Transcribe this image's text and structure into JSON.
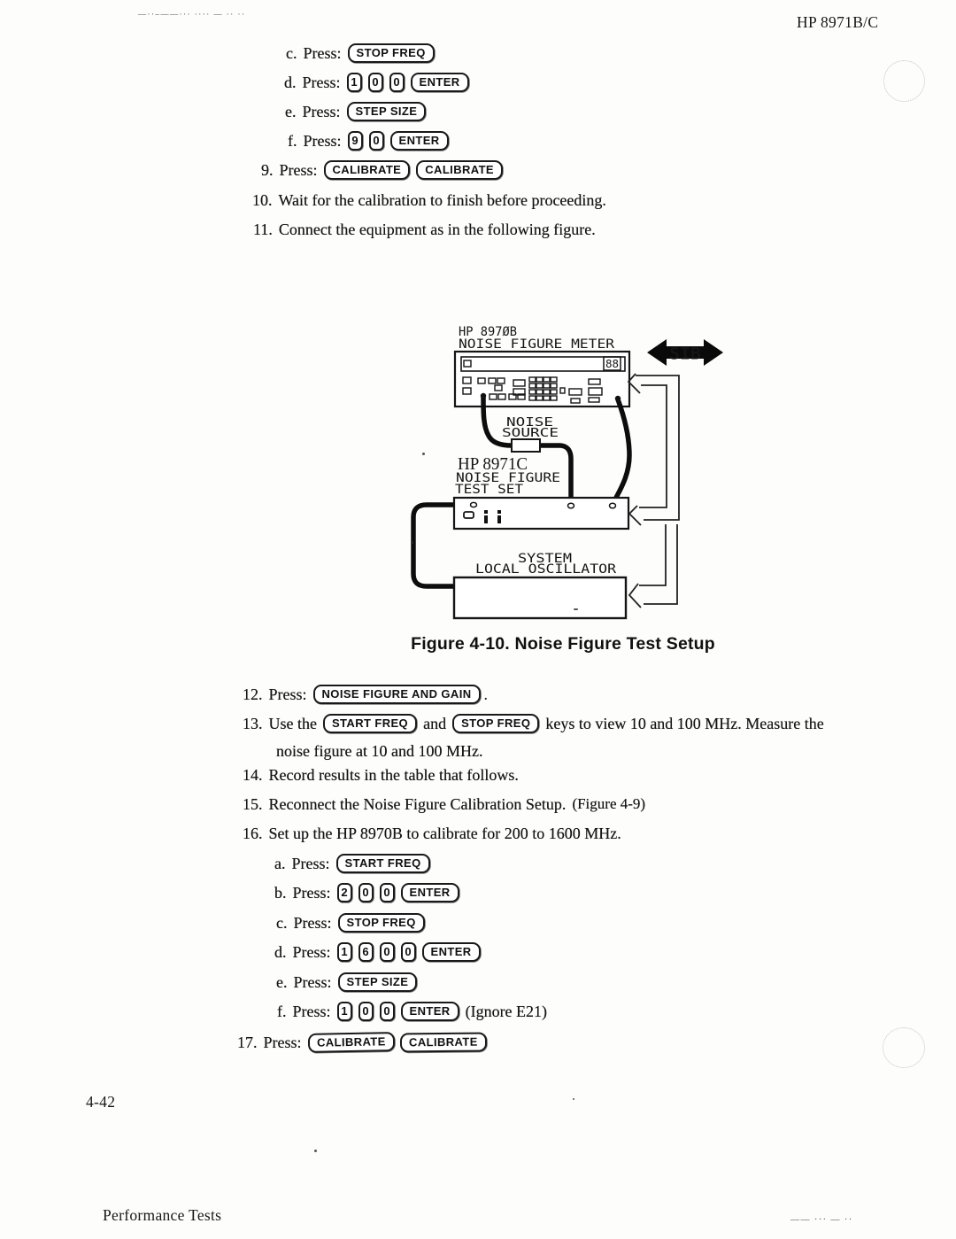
{
  "page": {
    "header_right": "HP 8971B/C",
    "artifact_top_left": "—··–——··· ···· — ·· ··",
    "artifact_bottom_right": "—— ··· — ··",
    "page_number": "4-42",
    "footer_left": "Performance Tests"
  },
  "press_label": "Press:",
  "steps_top": {
    "c1": {
      "label": "c.",
      "press": "Press:",
      "key": "STOP FREQ"
    },
    "d1": {
      "label": "d.",
      "press": "Press:",
      "digits": [
        "1",
        "0",
        "0"
      ],
      "enter": "ENTER"
    },
    "e1": {
      "label": "e.",
      "press": "Press:",
      "key": "STEP SIZE"
    },
    "f1": {
      "label": "f.",
      "press": "Press:",
      "digits": [
        "9",
        "0"
      ],
      "enter": "ENTER"
    },
    "s9": {
      "label": "9.",
      "press": "Press:",
      "key1": "CALIBRATE",
      "key2": "CALIBRATE"
    },
    "s10": {
      "label": "10.",
      "text": "Wait for the calibration to finish before proceeding."
    },
    "s11": {
      "label": "11.",
      "text": "Connect the equipment as in the following figure."
    }
  },
  "figure": {
    "meter_label_1": "HP 897ØB",
    "meter_label_2": "NOISE FIGURE METER",
    "display_digits": "88",
    "sib": "SIB",
    "noise_source_1": "NOISE",
    "noise_source_2": "SOURCE",
    "testset_label_1": "HP 8971C",
    "testset_label_2": "NOISE FIGURE",
    "testset_label_3": "TEST SET",
    "osc_label_1": "SYSTEM",
    "osc_label_2": "LOCAL OSCILLATOR",
    "caption": "Figure 4-10. Noise Figure Test Setup"
  },
  "steps_bottom": {
    "s12": {
      "label": "12.",
      "press": "Press:",
      "key": "NOISE FIGURE AND GAIN",
      "suffix": "."
    },
    "s13": {
      "label": "13.",
      "t1": "Use the",
      "key1": "START FREQ",
      "t2": "and",
      "key2": "STOP FREQ",
      "t3": "keys to view 10 and 100 MHz. Measure the",
      "t4": "noise figure at 10 and 100 MHz."
    },
    "s14": {
      "label": "14.",
      "text": "Record results in the table that follows."
    },
    "s15": {
      "label": "15.",
      "text": "Reconnect the Noise Figure Calibration Setup.",
      "ref": "(Figure 4-9)"
    },
    "s16": {
      "label": "16.",
      "text": "Set up the HP 8970B to calibrate for 200 to 1600 MHz."
    },
    "a2": {
      "label": "a.",
      "press": "Press:",
      "key": "START FREQ"
    },
    "b2": {
      "label": "b.",
      "press": "Press:",
      "digits": [
        "2",
        "0",
        "0"
      ],
      "enter": "ENTER"
    },
    "c2": {
      "label": "c.",
      "press": "Press:",
      "key": "STOP FREQ"
    },
    "d2": {
      "label": "d.",
      "press": "Press:",
      "digits": [
        "1",
        "6",
        "0",
        "0"
      ],
      "enter": "ENTER"
    },
    "e2": {
      "label": "e.",
      "press": "Press:",
      "key": "STEP SIZE"
    },
    "f2": {
      "label": "f.",
      "press": "Press:",
      "digits": [
        "1",
        "0",
        "0"
      ],
      "enter": "ENTER",
      "suffix": "(Ignore E21)"
    },
    "s17": {
      "label": "17.",
      "press": "Press:",
      "key1": "CALIBRATE",
      "key2": "CALIBRATE"
    }
  }
}
